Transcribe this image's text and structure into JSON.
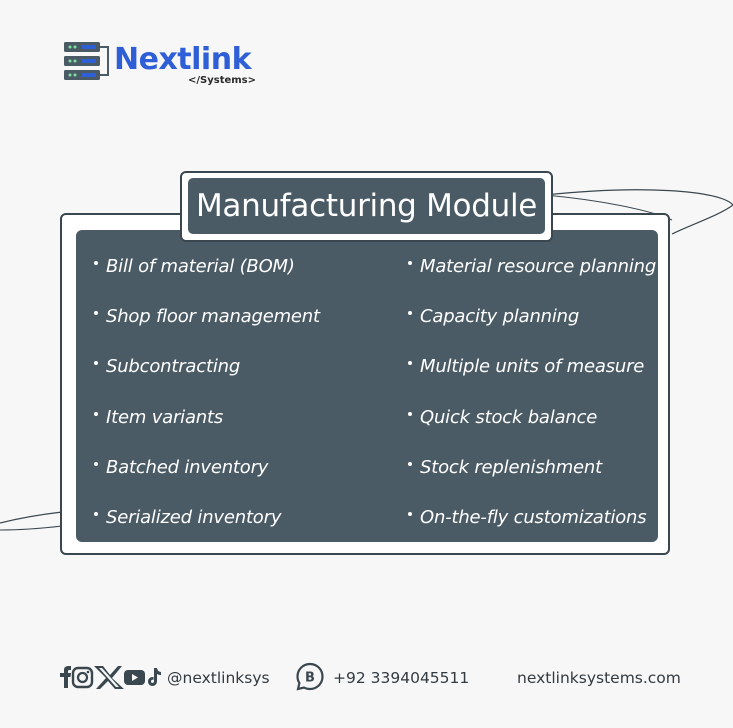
{
  "brand": {
    "name": "Nextlink",
    "tagline": "</Systems>",
    "color": "#2f5fd6"
  },
  "title": "Manufacturing Module",
  "features_left": [
    "Bill of material (BOM)",
    "Shop floor management",
    "Subcontracting",
    "Item variants",
    "Batched inventory",
    "Serialized inventory"
  ],
  "features_right": [
    "Material resource planning",
    "Capacity planning",
    "Multiple units of measure",
    "Quick stock balance",
    "Stock replenishment",
    "On-the-fly customizations"
  ],
  "footer": {
    "social_icons": [
      "facebook-icon",
      "instagram-icon",
      "x-icon",
      "youtube-icon",
      "tiktok-icon"
    ],
    "handle": "@nextlinksys",
    "whatsapp_icon": "whatsapp-business-icon",
    "phone": "+92 3394045511",
    "website": "nextlinksystems.com"
  },
  "colors": {
    "panel": "#4b5b65",
    "frame": "#3b474f",
    "background": "#f7f7f7"
  }
}
